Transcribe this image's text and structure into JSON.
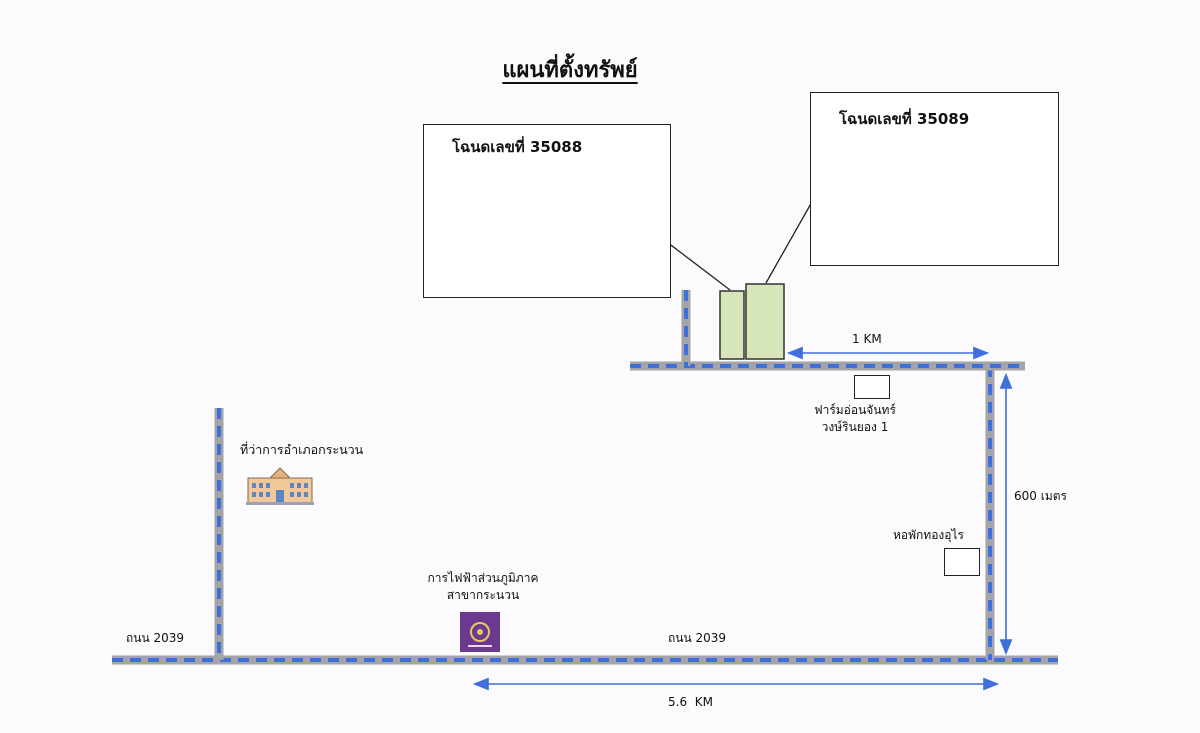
{
  "map": {
    "title": "แผนที่ตั้งทรัพย์",
    "deeds": [
      {
        "label": "โฉนดเลขที่ 35088"
      },
      {
        "label": "โฉนดเลขที่ 35089"
      }
    ],
    "landmarks": {
      "district_office": "ที่ว่าการอำเภอกระนวน",
      "pea_line1": "การไฟฟ้าส่วนภูมิภาค",
      "pea_line2": "สาขากระนวน",
      "farm_line1": "ฟาร์มอ่อนจันทร์",
      "farm_line2": "วงษ์รินยอง 1",
      "dorm": "หอพักทองอุไร"
    },
    "roads": {
      "left_label": "ถนน 2039",
      "center_label": "ถนน 2039"
    },
    "distances": {
      "top": "1 KM",
      "right": "600 เมตร",
      "bottom": "5.6  KM"
    },
    "colors": {
      "road_gray": "#a3a3a8",
      "road_dash": "#3f6fd8",
      "parcel_fill": "#d6e6b8",
      "parcel_stroke": "#333333",
      "arrow_blue": "#3f6fd8",
      "pea_purple": "#6b3a8c"
    },
    "icons": {
      "district_office": "government-building-icon",
      "pea": "pea-logo-icon"
    }
  }
}
